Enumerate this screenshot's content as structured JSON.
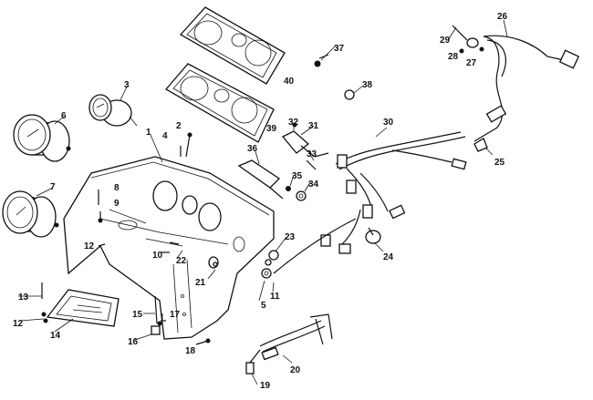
{
  "callouts": [
    {
      "id": "c1",
      "label": "1"
    },
    {
      "id": "c2",
      "label": "2"
    },
    {
      "id": "c3",
      "label": "3"
    },
    {
      "id": "c4",
      "label": "4"
    },
    {
      "id": "c5",
      "label": "5"
    },
    {
      "id": "c6",
      "label": "6"
    },
    {
      "id": "c7",
      "label": "7"
    },
    {
      "id": "c8",
      "label": "8"
    },
    {
      "id": "c9",
      "label": "9"
    },
    {
      "id": "c10",
      "label": "10"
    },
    {
      "id": "c11",
      "label": "11"
    },
    {
      "id": "c12a",
      "label": "12"
    },
    {
      "id": "c12b",
      "label": "12"
    },
    {
      "id": "c13",
      "label": "13"
    },
    {
      "id": "c14",
      "label": "14"
    },
    {
      "id": "c15",
      "label": "15"
    },
    {
      "id": "c16",
      "label": "16"
    },
    {
      "id": "c17",
      "label": "17"
    },
    {
      "id": "c18",
      "label": "18"
    },
    {
      "id": "c19",
      "label": "19"
    },
    {
      "id": "c20",
      "label": "20"
    },
    {
      "id": "c21",
      "label": "21"
    },
    {
      "id": "c22",
      "label": "22"
    },
    {
      "id": "c23",
      "label": "23"
    },
    {
      "id": "c24",
      "label": "24"
    },
    {
      "id": "c25",
      "label": "25"
    },
    {
      "id": "c26",
      "label": "26"
    },
    {
      "id": "c27",
      "label": "27"
    },
    {
      "id": "c28",
      "label": "28"
    },
    {
      "id": "c29",
      "label": "29"
    },
    {
      "id": "c30",
      "label": "30"
    },
    {
      "id": "c31",
      "label": "31"
    },
    {
      "id": "c32",
      "label": "32"
    },
    {
      "id": "c33",
      "label": "33"
    },
    {
      "id": "c34",
      "label": "34"
    },
    {
      "id": "c35",
      "label": "35"
    },
    {
      "id": "c36",
      "label": "36"
    },
    {
      "id": "c37",
      "label": "37"
    },
    {
      "id": "c38",
      "label": "38"
    },
    {
      "id": "c39",
      "label": "39"
    },
    {
      "id": "c40",
      "label": "40"
    }
  ],
  "colors": {
    "ink": "#111111",
    "paper": "#ffffff"
  }
}
